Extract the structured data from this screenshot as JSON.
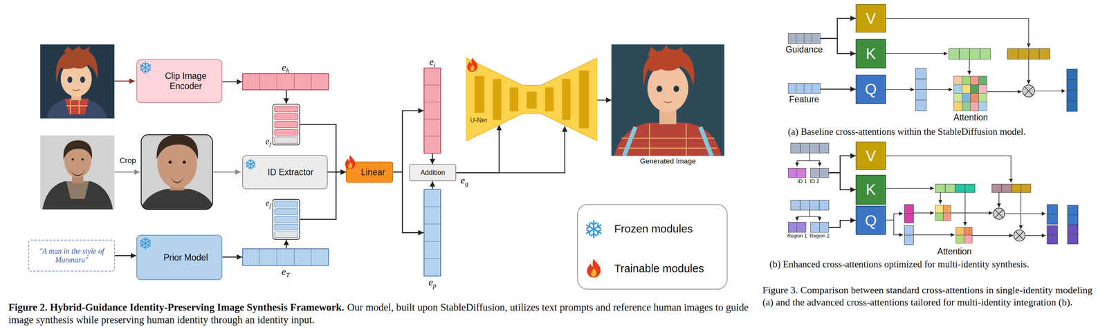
{
  "diagram": {
    "nodes": [
      {
        "text": [
          "Clip Image Encoder"
        ]
      },
      {
        "text": [
          "eh"
        ]
      },
      {
        "text": [
          "ID Extractor"
        ]
      },
      {
        "text": [
          "ef"
        ]
      },
      {
        "text": [
          "ef"
        ]
      },
      {
        "text": [
          "Prior Model"
        ]
      },
      {
        "text": [
          "\"A man in the style of Manmaru\""
        ]
      },
      {
        "text": [
          "eT"
        ]
      },
      {
        "text": [
          "Linear"
        ]
      },
      {
        "text": [
          "ei"
        ]
      },
      {
        "text": [
          "Addition"
        ]
      },
      {
        "text": [
          "ep"
        ]
      },
      {
        "text": [
          "U-Net"
        ]
      },
      {
        "text": [
          "Generated Image"
        ]
      },
      {
        "text": [
          "Guidance"
        ]
      },
      {
        "text": [
          "V"
        ]
      },
      {
        "text": [
          "K"
        ]
      },
      {
        "text": [
          "Feature"
        ]
      },
      {
        "text": [
          "Q"
        ]
      },
      {
        "text": [
          "ID 1"
        ]
      },
      {
        "text": [
          "ID 2"
        ]
      },
      {
        "text": [
          "V"
        ]
      },
      {
        "text": [
          "K"
        ]
      },
      {
        "text": [
          "Region 1"
        ]
      },
      {
        "text": [
          "Region 2"
        ]
      },
      {
        "text": [
          "Q"
        ]
      }
    ],
    "edges": [
      {
        "from": 0,
        "to": 1,
        "arrow": "to"
      },
      {
        "from": 1,
        "to": 3,
        "arrow": "to"
      },
      {
        "from": 7,
        "to": 4,
        "arrow": "to"
      },
      {
        "from": 5,
        "to": 7,
        "arrow": "to"
      },
      {
        "from": 6,
        "to": 5,
        "arrow": "to"
      },
      {
        "from": 3,
        "to": 8,
        "arrow": "to"
      },
      {
        "from": 4,
        "to": 8,
        "arrow": "to"
      },
      {
        "from": 2,
        "to": 8,
        "arrow": "to"
      },
      {
        "from": 8,
        "to": 9,
        "arrow": "to"
      },
      {
        "from": 8,
        "to": 11,
        "arrow": "to"
      },
      {
        "from": 9,
        "to": 10,
        "arrow": "to"
      },
      {
        "from": 11,
        "to": 10,
        "arrow": "to"
      },
      {
        "from": 10,
        "to": 12,
        "label": "eg",
        "arrow": "to"
      },
      {
        "from": 12,
        "to": 13,
        "arrow": "to"
      },
      {
        "from": 14,
        "to": 15,
        "arrow": "to"
      },
      {
        "from": 14,
        "to": 16,
        "arrow": "to"
      },
      {
        "from": 17,
        "to": 18,
        "arrow": "to"
      },
      {
        "from": 20,
        "to": 21,
        "arrow": "to"
      },
      {
        "from": 20,
        "to": 22,
        "arrow": "to"
      },
      {
        "from": 24,
        "to": 25,
        "arrow": "to"
      }
    ],
    "labels": [
      "Crop",
      "Figure 2. Hybrid-Guidance Identity-Preserving Image Synthesis Framework.",
      "Our model, built upon StableDiffusion, utilizes text prompts and reference human images to guide image synthesis while preserving human identity through an identity input.",
      "Attention",
      "(a) Baseline cross-attentions within the StableDiffusion model.",
      "Attention",
      "(b) Enhanced cross-attentions optimized for multi-identity synthesis.",
      "Figure 3. Comparison between standard cross-attentions in single-identity modeling (a) and the advanced cross-attentions tailored for multi-identity integration (b)."
    ],
    "legend": [
      {
        "text": "Frozen modules"
      },
      {
        "text": "Trainable modules"
      }
    ]
  }
}
